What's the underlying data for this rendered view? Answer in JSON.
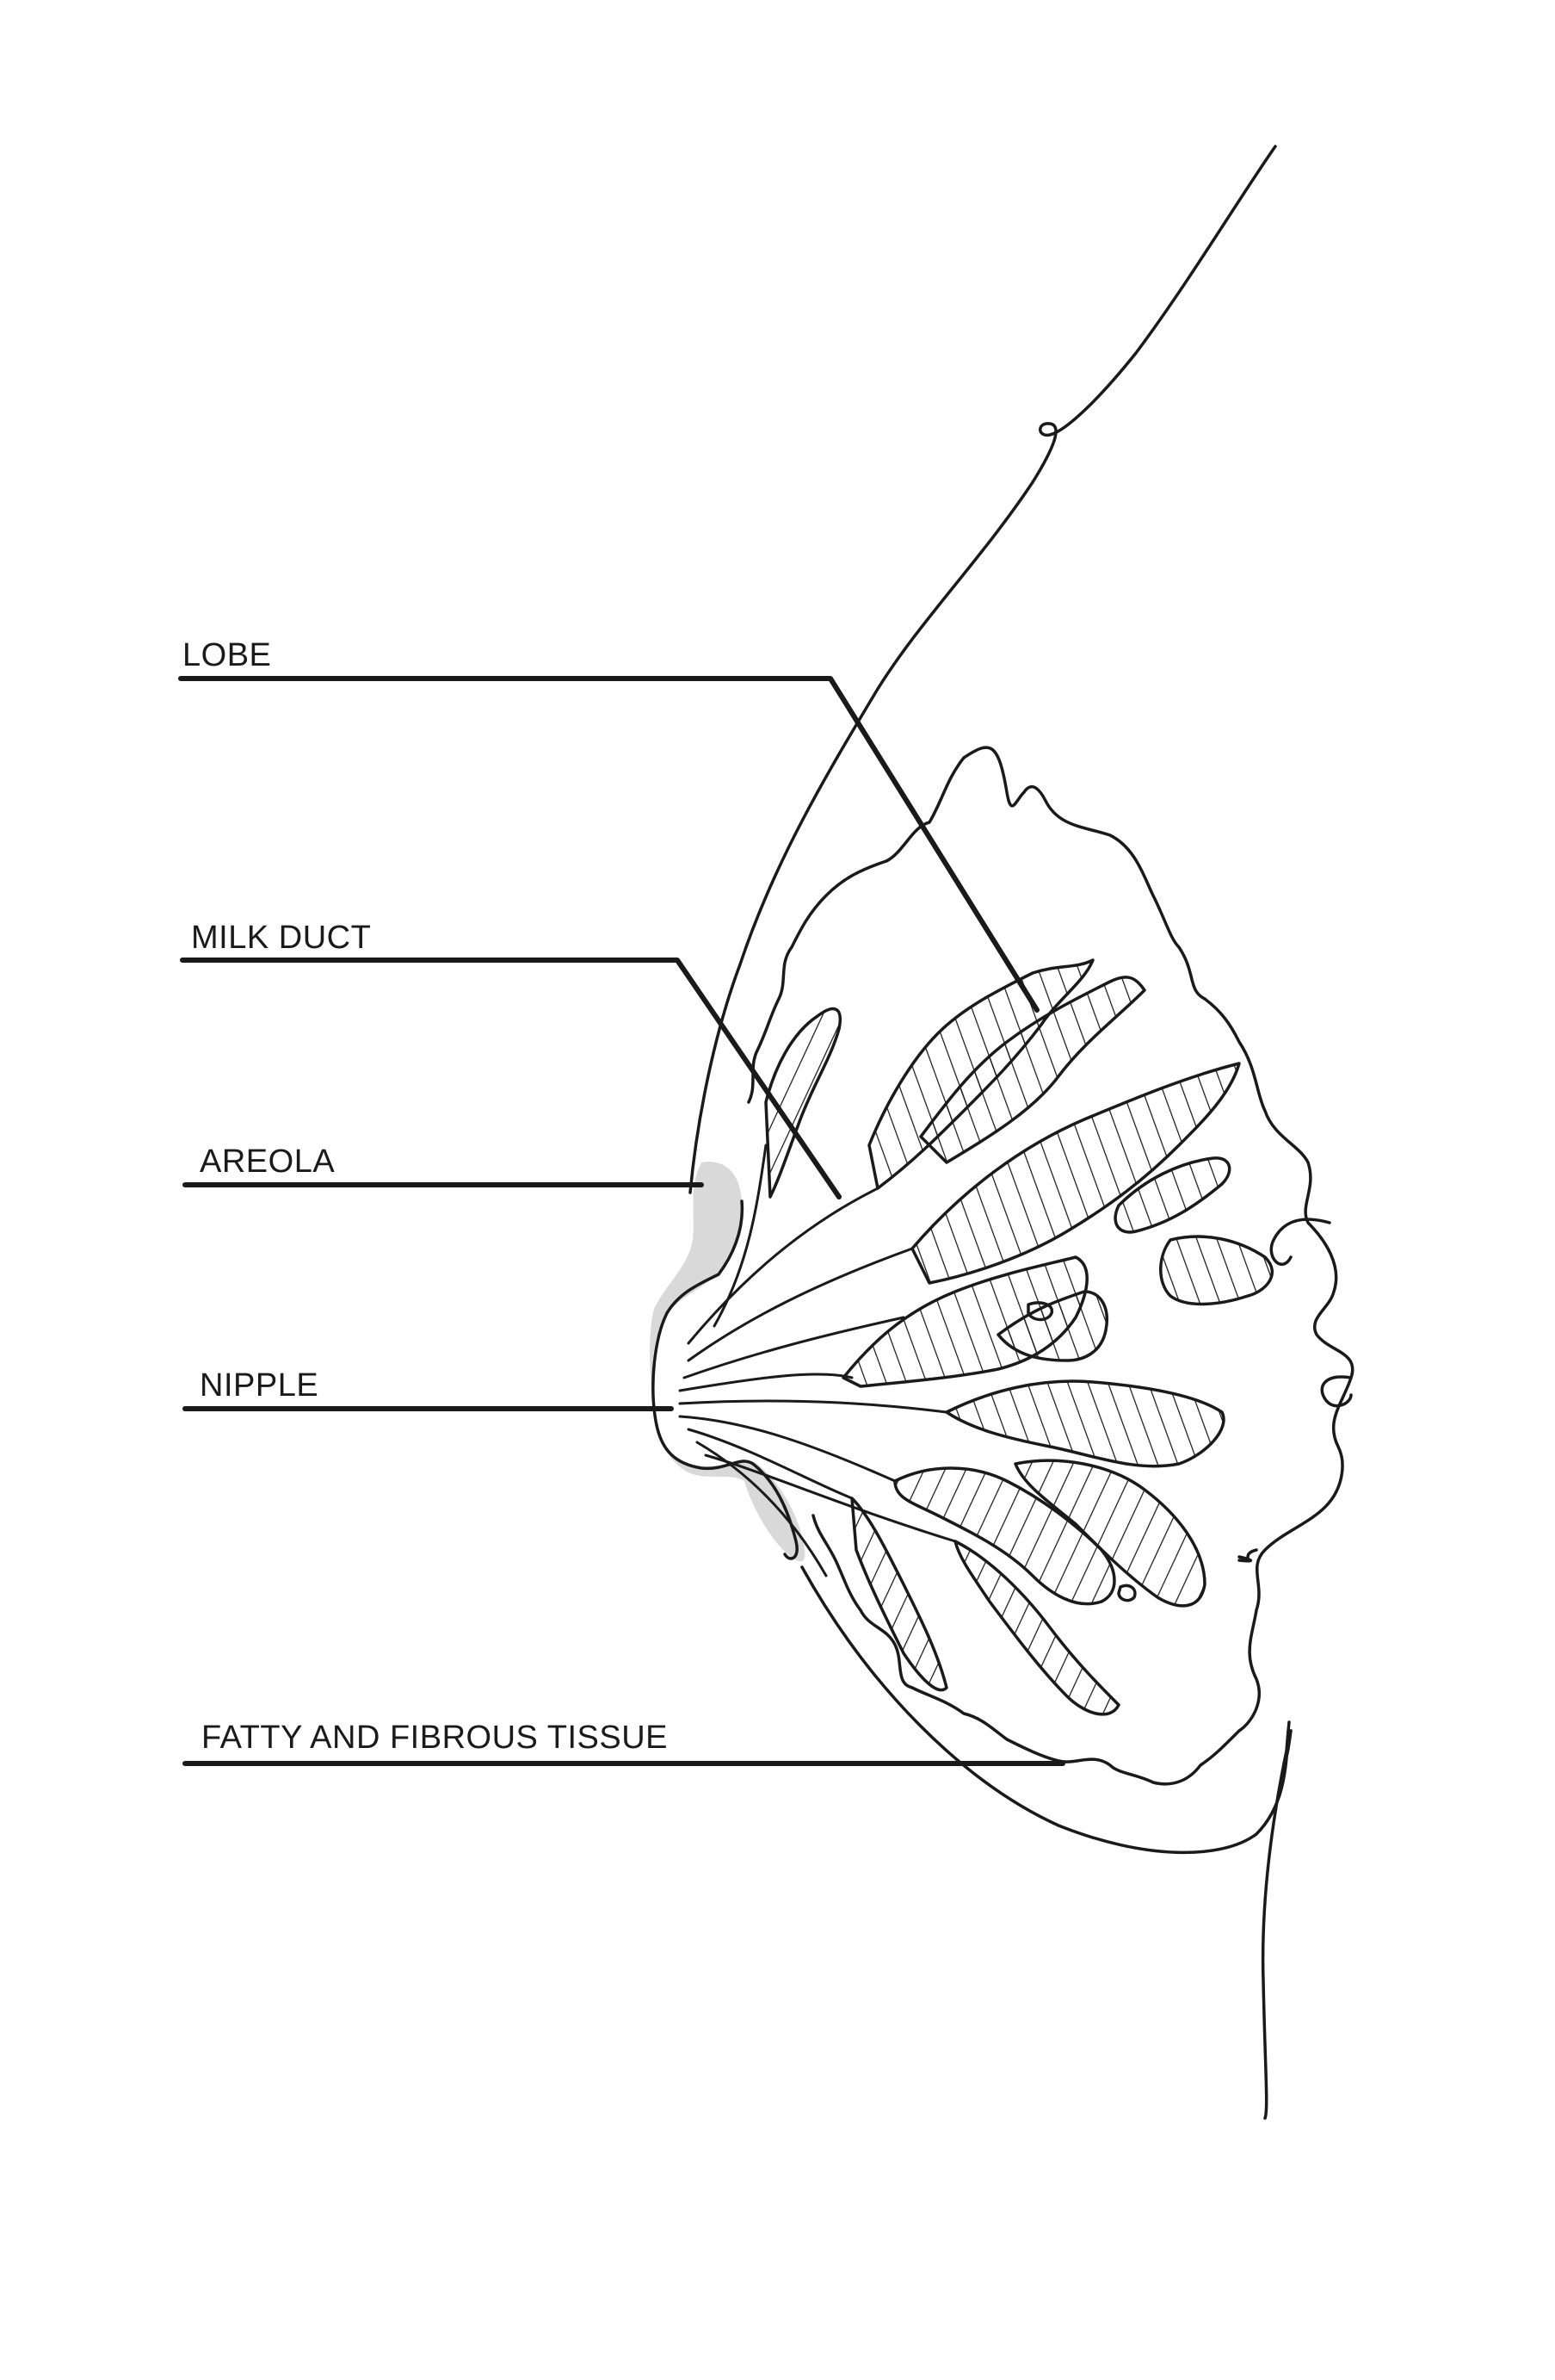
{
  "labels": {
    "lobe": "LOBE",
    "milk_duct": "MILK DUCT",
    "areola": "AREOLA",
    "nipple": "NIPPLE",
    "fatty_tissue": "FATTY AND FIBROUS TISSUE"
  },
  "colors": {
    "ink": "#1a1a1a",
    "areola_fill": "#d9d9d9",
    "background": "#ffffff"
  }
}
